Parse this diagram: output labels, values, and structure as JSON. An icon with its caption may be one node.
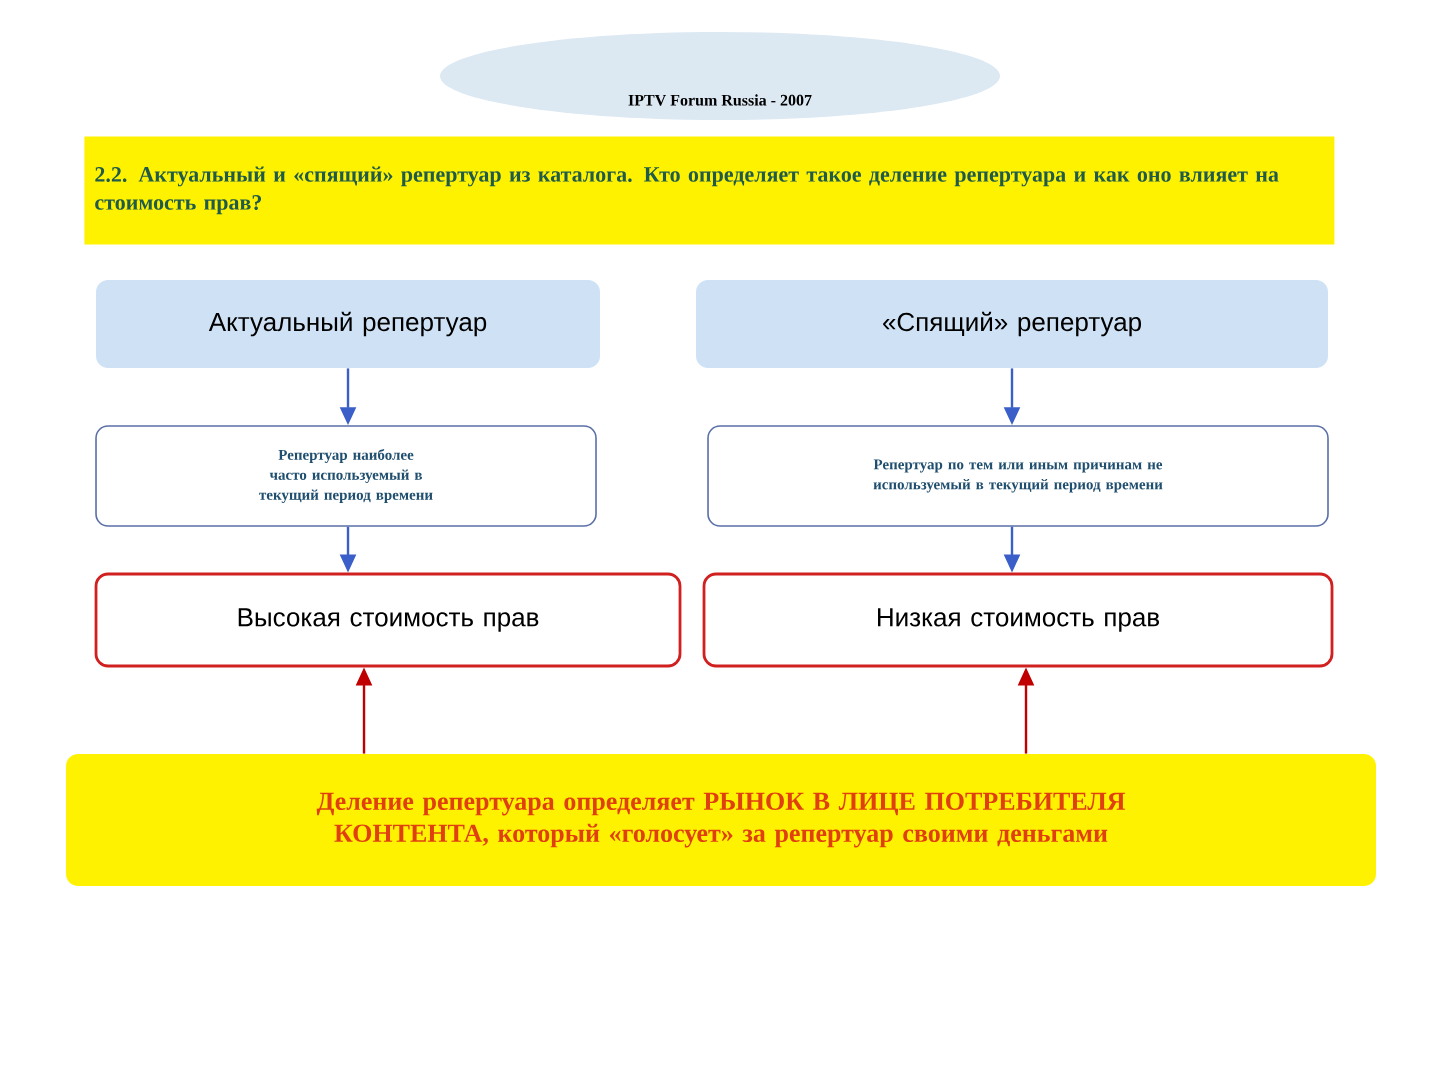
{
  "diagram": {
    "title": "2.2. Актуальный и «спящий» репертуар из каталога. Кто определяет такое деление репертуара и как оно влияет на стоимость прав?",
    "nodes": [
      {
        "text": [
          "Актуальный репертуар"
        ]
      },
      {
        "text": [
          "«Спящий» репертуар"
        ]
      },
      {
        "text": [
          "Репертуар наиболее часто используемый в текущий период времени"
        ]
      },
      {
        "text": [
          "Репертуар по тем или иным причинам не используемый в текущий период времени"
        ]
      },
      {
        "text": [
          "Высокая стоимость прав"
        ]
      },
      {
        "text": [
          "Низкая стоимость прав"
        ]
      },
      {
        "text": [
          "Деление репертуара определяет РЫНОК В ЛИЦЕ ПОТРЕБИТЕЛЯ КОНТЕНТА, который «голосует» за репертуар своими деньгами"
        ]
      }
    ],
    "edges": [
      {
        "from": 0,
        "to": 2,
        "arrow": "to"
      },
      {
        "from": 2,
        "to": 4,
        "arrow": "to"
      },
      {
        "from": 1,
        "to": 3,
        "arrow": "to"
      },
      {
        "from": 3,
        "to": 5,
        "arrow": "to"
      },
      {
        "from": 6,
        "to": 4,
        "arrow": "to",
        "color": "#c00000"
      },
      {
        "from": 6,
        "to": 5,
        "arrow": "to",
        "color": "#c00000"
      }
    ],
    "labels": [
      "IPTV Forum Russia - 2007"
    ]
  }
}
